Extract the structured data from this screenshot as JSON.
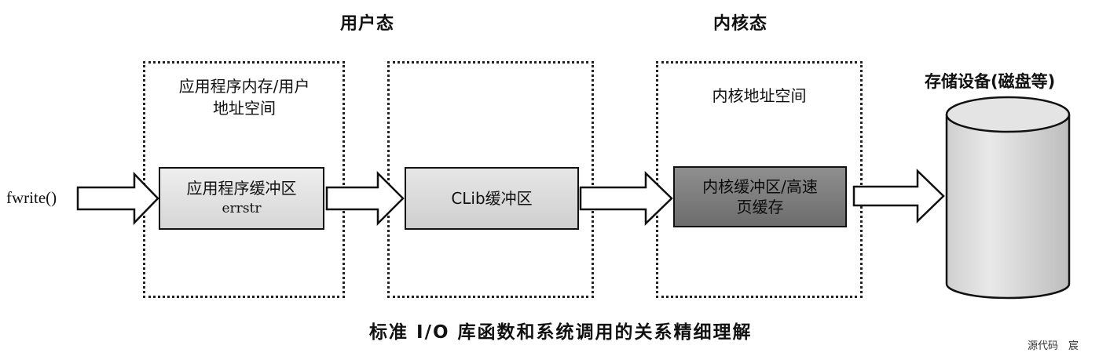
{
  "headings": {
    "user_mode": "用户态",
    "kernel_mode": "内核态"
  },
  "regions": {
    "app_memory": "应用程序内存/用户\n地址空间",
    "kernel_address": "内核地址空间"
  },
  "buffers": {
    "app_buffer": "应用程序缓冲区",
    "app_buffer_sub": "errstr",
    "clib_buffer": "CLib缓冲区",
    "kernel_buffer": "内核缓冲区/高速\n页缓存"
  },
  "entry": {
    "fwrite": "fwrite()"
  },
  "storage": {
    "label": "存储设备(磁盘等)"
  },
  "caption": "标准 I/O 库函数和系统调用的关系精细理解",
  "watermark": "源代码　宸"
}
